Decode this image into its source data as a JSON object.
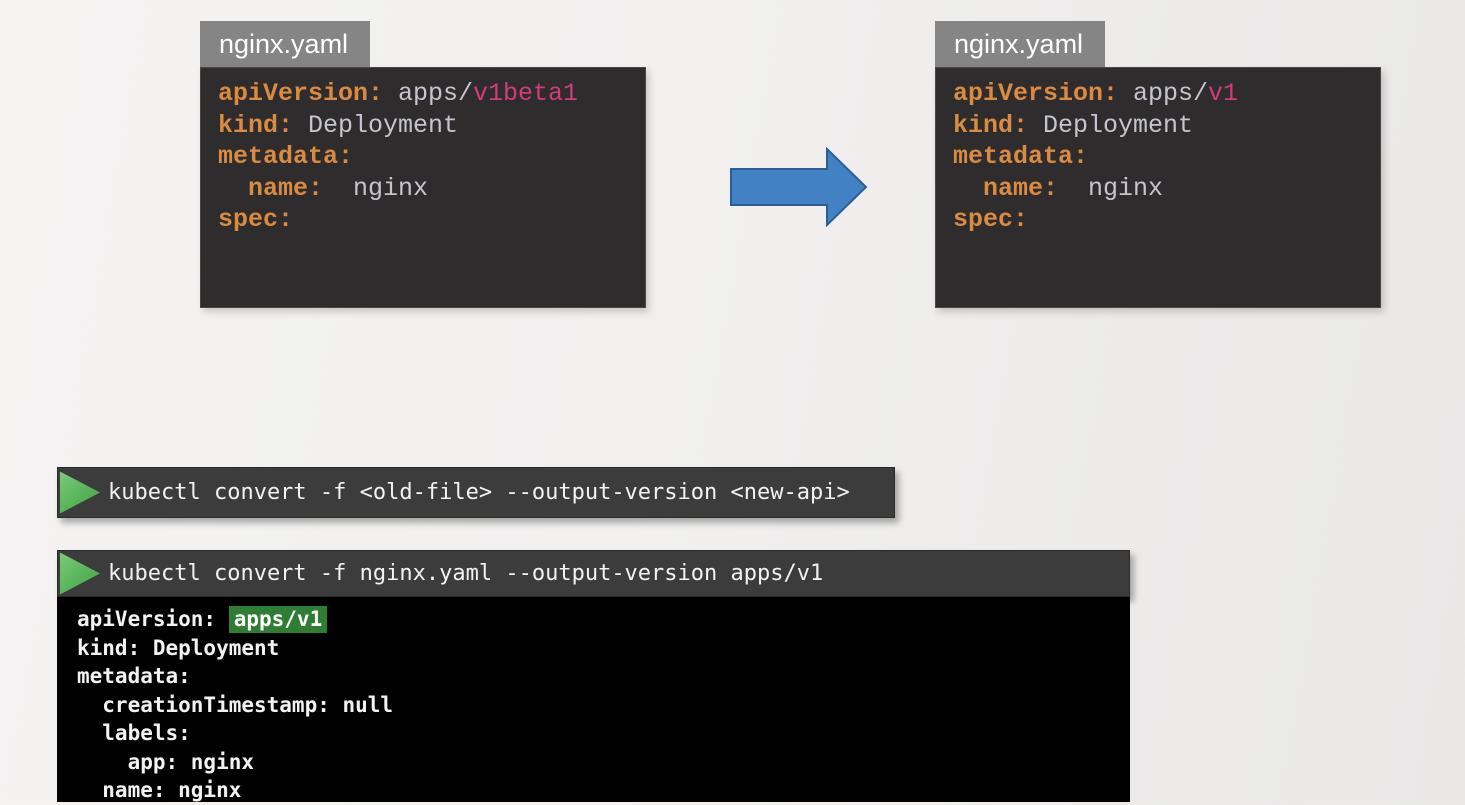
{
  "editors": {
    "before": {
      "tab_label": "nginx.yaml",
      "lines": [
        {
          "tokens": [
            {
              "t": "apiVersion:",
              "c": "key"
            },
            {
              "t": " apps/",
              "c": "plain"
            },
            {
              "t": "v1beta1",
              "c": "version"
            }
          ]
        },
        {
          "tokens": [
            {
              "t": "kind:",
              "c": "key"
            },
            {
              "t": " Deployment",
              "c": "plain"
            }
          ]
        },
        {
          "tokens": [
            {
              "t": "metadata:",
              "c": "key"
            }
          ]
        },
        {
          "tokens": [
            {
              "t": "  name:",
              "c": "key"
            },
            {
              "t": "  nginx",
              "c": "plain"
            }
          ]
        },
        {
          "tokens": [
            {
              "t": "spec:",
              "c": "key"
            }
          ]
        }
      ]
    },
    "after": {
      "tab_label": "nginx.yaml",
      "lines": [
        {
          "tokens": [
            {
              "t": "apiVersion:",
              "c": "key"
            },
            {
              "t": " apps/",
              "c": "plain"
            },
            {
              "t": "v1",
              "c": "version"
            }
          ]
        },
        {
          "tokens": [
            {
              "t": "kind:",
              "c": "key"
            },
            {
              "t": " Deployment",
              "c": "plain"
            }
          ]
        },
        {
          "tokens": [
            {
              "t": "metadata:",
              "c": "key"
            }
          ]
        },
        {
          "tokens": [
            {
              "t": "  name:",
              "c": "key"
            },
            {
              "t": "  nginx",
              "c": "plain"
            }
          ]
        },
        {
          "tokens": [
            {
              "t": "spec:",
              "c": "key"
            }
          ]
        }
      ]
    }
  },
  "commands": {
    "generic": "kubectl convert -f <old-file> --output-version <new-api>",
    "example": "kubectl convert -f nginx.yaml --output-version apps/v1"
  },
  "terminal": {
    "lines": [
      {
        "tokens": [
          {
            "t": "apiVersion: ",
            "c": "term"
          },
          {
            "t": "apps/v1",
            "c": "hl"
          }
        ]
      },
      {
        "tokens": [
          {
            "t": "kind: Deployment",
            "c": "term"
          }
        ]
      },
      {
        "tokens": [
          {
            "t": "metadata:",
            "c": "term"
          }
        ]
      },
      {
        "tokens": [
          {
            "t": "  creationTimestamp: null",
            "c": "term"
          }
        ]
      },
      {
        "tokens": [
          {
            "t": "  labels:",
            "c": "term"
          }
        ]
      },
      {
        "tokens": [
          {
            "t": "    app: nginx",
            "c": "term"
          }
        ]
      },
      {
        "tokens": [
          {
            "t": "  name: nginx",
            "c": "term"
          }
        ]
      }
    ]
  },
  "colors": {
    "tab_bg": "#858585",
    "editor_bg": "#2f2c2d",
    "key_orange": "#d98b42",
    "plain_gray": "#c5c6cd",
    "version_pink": "#d33a7c",
    "arrow_blue": "#4181c4",
    "arrow_border": "#2d5e93",
    "bar_bg": "#3d3c3c",
    "bar_text": "#f2f2f2",
    "play_green": "#57b457",
    "terminal_bg": "#000000",
    "highlight_green": "#2f7d33"
  }
}
